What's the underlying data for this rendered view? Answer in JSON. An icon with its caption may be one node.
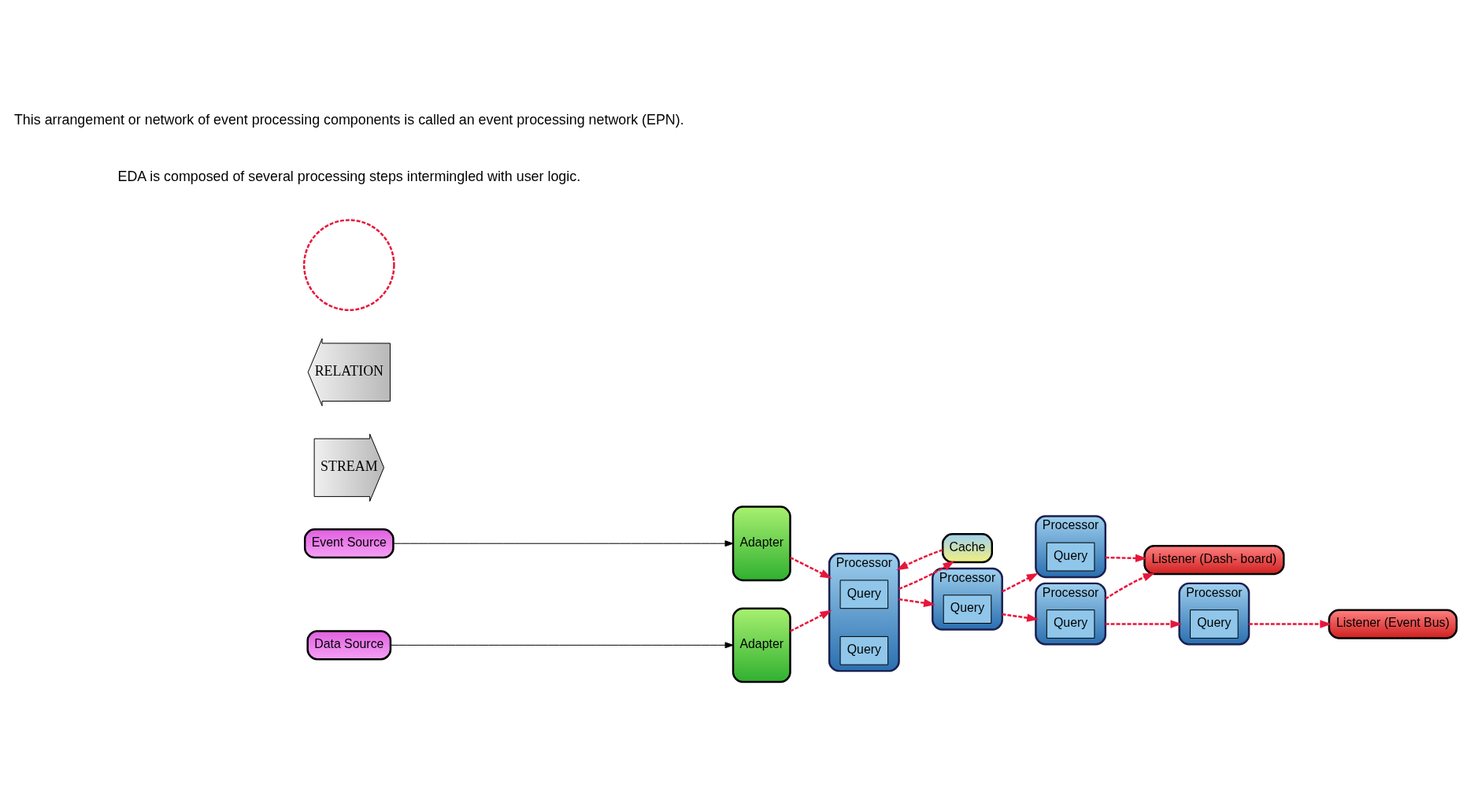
{
  "diagram": {
    "nodes": [
      {
        "text": [
          "Event Source"
        ]
      },
      {
        "text": [
          "Adapter"
        ]
      },
      {
        "text": [
          "Data Source"
        ]
      },
      {
        "text": [
          "Adapter"
        ]
      },
      {
        "text": [
          "Processor"
        ]
      },
      {
        "text": [
          "Query"
        ],
        "in": 4
      },
      {
        "text": [
          "Query"
        ],
        "in": 4
      },
      {
        "text": [
          "STREAM"
        ]
      },
      {
        "text": [
          "RELATION"
        ]
      },
      {
        "text": [
          "Cache"
        ]
      },
      {
        "text": [
          "Processor"
        ]
      },
      {
        "text": [
          "Query"
        ],
        "in": 10
      },
      {
        "text": [
          "Processor"
        ]
      },
      {
        "text": [
          "Query"
        ],
        "in": 12
      },
      {
        "text": [
          "Processor"
        ]
      },
      {
        "text": [
          "Query"
        ],
        "in": 14
      },
      {
        "text": [
          "Listener (Dash- board)"
        ]
      },
      {
        "text": [
          "Processor"
        ]
      },
      {
        "text": [
          "Query"
        ],
        "in": 17
      },
      {
        "text": [],
        "shape": "circle"
      },
      {
        "text": [
          "Listener (Event Bus)"
        ]
      }
    ],
    "edges": [
      {
        "from": 0,
        "to": 1,
        "arrow": "to",
        "color": "#000000"
      },
      {
        "from": 2,
        "to": 3,
        "arrow": "to",
        "color": "#000000"
      },
      {
        "from": 1,
        "to": 4,
        "arrow": "to",
        "style": "dashed"
      },
      {
        "from": 3,
        "to": 4,
        "arrow": "to",
        "style": "dashed"
      },
      {
        "from": 4,
        "to": 10,
        "arrow": "to",
        "style": "dashed"
      },
      {
        "from": 4,
        "to": 9,
        "arrow": "to",
        "style": "dashed"
      },
      {
        "from": 9,
        "to": 4,
        "arrow": "to",
        "style": "dashed"
      },
      {
        "from": 10,
        "to": 12,
        "arrow": "to",
        "style": "dashed"
      },
      {
        "from": 10,
        "to": 14,
        "arrow": "to",
        "style": "dashed"
      },
      {
        "from": 12,
        "to": 16,
        "arrow": "to",
        "style": "dashed"
      },
      {
        "from": 14,
        "to": 16,
        "arrow": "to",
        "style": "dashed"
      },
      {
        "from": 14,
        "to": 17,
        "arrow": "to",
        "style": "dashed"
      },
      {
        "from": 17,
        "to": 20,
        "arrow": "to",
        "style": "dashed"
      }
    ],
    "labels": [
      "EDA is composed of several processing steps intermingled with user logic.",
      "This arrangement or network of event processing components is called an event processing network (EPN)."
    ]
  }
}
